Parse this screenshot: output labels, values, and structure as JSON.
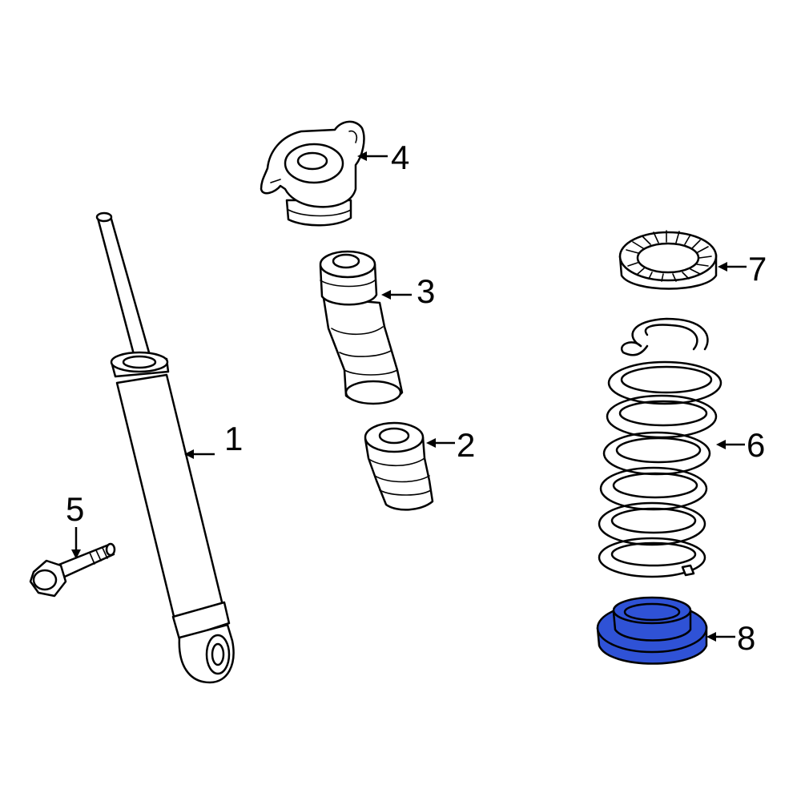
{
  "diagram": {
    "highlight_color": "#2f52d6",
    "callouts": [
      {
        "id": "1",
        "label": "1",
        "part": "shock-absorber"
      },
      {
        "id": "2",
        "label": "2",
        "part": "bump-stop"
      },
      {
        "id": "3",
        "label": "3",
        "part": "dust-boot"
      },
      {
        "id": "4",
        "label": "4",
        "part": "upper-mount"
      },
      {
        "id": "5",
        "label": "5",
        "part": "bolt"
      },
      {
        "id": "6",
        "label": "6",
        "part": "coil-spring"
      },
      {
        "id": "7",
        "label": "7",
        "part": "upper-spring-insulator"
      },
      {
        "id": "8",
        "label": "8",
        "part": "lower-spring-insulator"
      }
    ]
  }
}
